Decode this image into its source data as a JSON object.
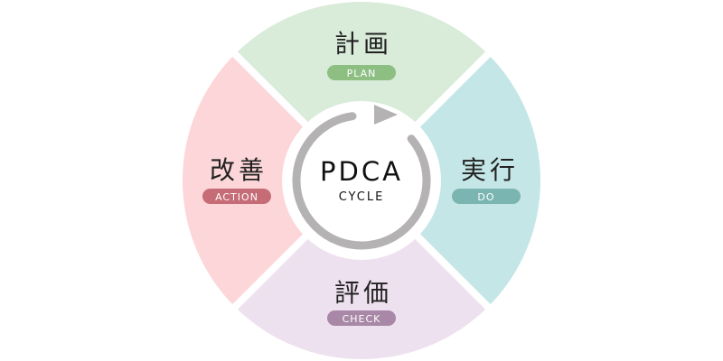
{
  "center": {
    "title": "PDCA",
    "subtitle": "CYCLE"
  },
  "phases": [
    {
      "id": "plan",
      "title": "計画",
      "label": "PLAN",
      "fill": "#d9ebd9",
      "pill": "#8dbe82"
    },
    {
      "id": "do",
      "title": "実行",
      "label": "DO",
      "fill": "#c5e6e6",
      "pill": "#7bb5b1"
    },
    {
      "id": "check",
      "title": "評価",
      "label": "CHECK",
      "fill": "#eee1ef",
      "pill": "#a887a7"
    },
    {
      "id": "action",
      "title": "改善",
      "label": "ACTION",
      "fill": "#fcd6d8",
      "pill": "#c66c76"
    }
  ],
  "ring_color": "#b4b2b2"
}
